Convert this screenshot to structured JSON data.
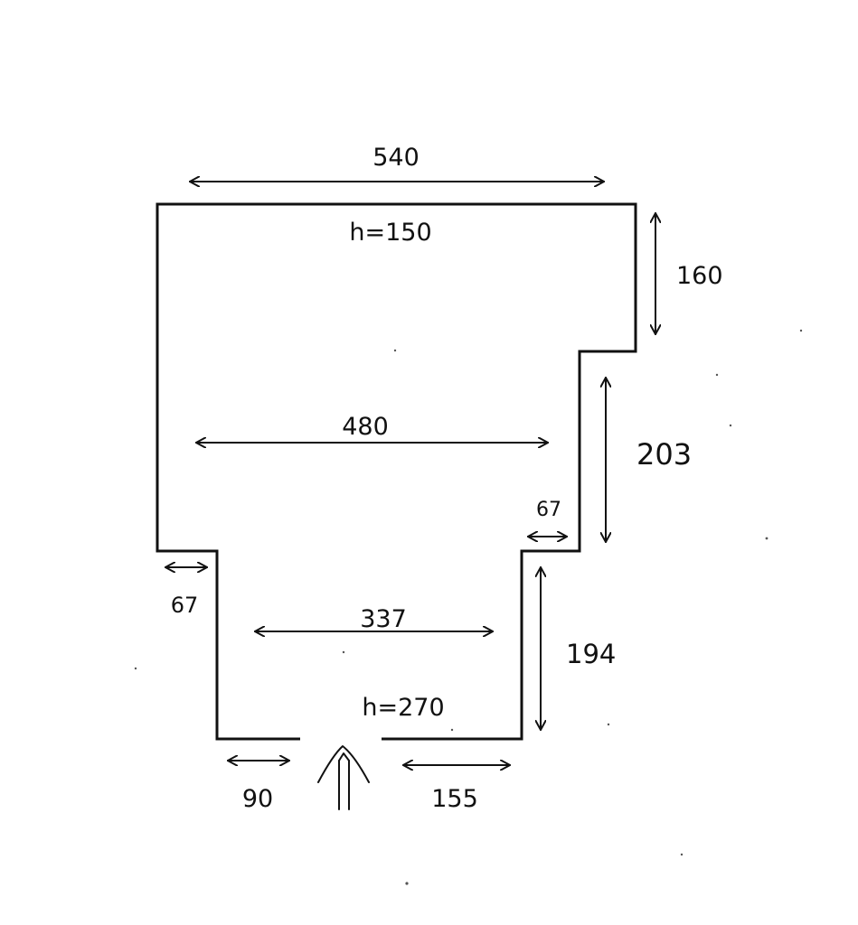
{
  "colors": {
    "ink": "#111111",
    "paper": "#ffffff"
  },
  "dimensions": {
    "top_width": "540",
    "top_height_label": "h=150",
    "right_upper_height": "160",
    "mid_width": "480",
    "right_mid_height": "203",
    "right_step": "67",
    "left_step": "67",
    "lower_width": "337",
    "right_lower_height": "194",
    "lower_height_label": "h=270",
    "bottom_left_segment": "90",
    "bottom_right_segment": "155"
  },
  "entrance_icon": "double-up-arrow-icon"
}
